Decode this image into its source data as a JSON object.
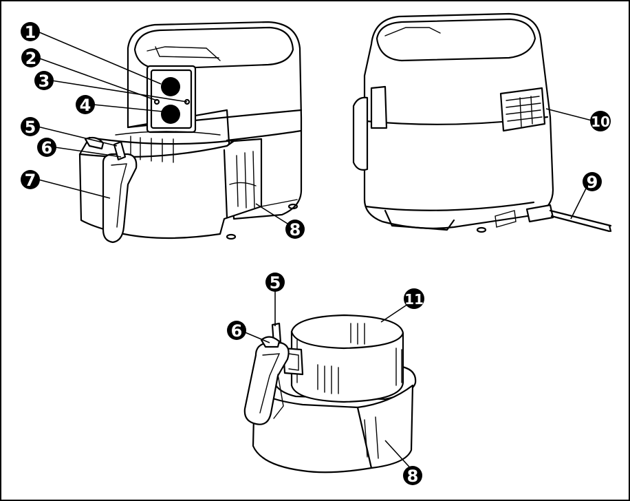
{
  "labels": {
    "l1": "1",
    "l2": "2",
    "l3": "3",
    "l4": "4",
    "l5": "5",
    "l6": "6",
    "l7": "7",
    "l8": "8",
    "l9": "9",
    "l10": "10",
    "l11": "11",
    "l5b": "5",
    "l6b": "6",
    "l8b": "8"
  },
  "colors": {
    "line": "#000000",
    "background": "#ffffff"
  }
}
